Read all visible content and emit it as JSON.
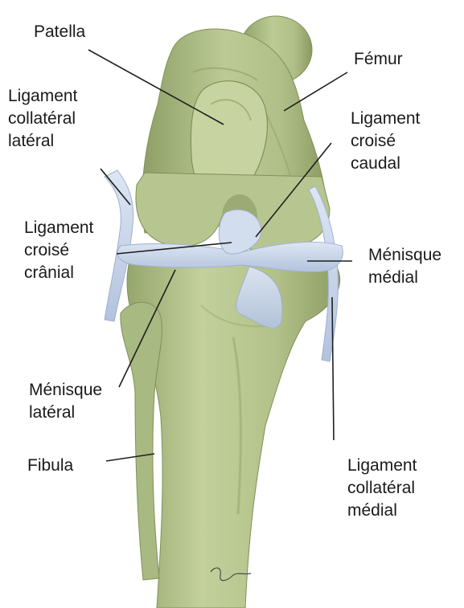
{
  "labels": {
    "patella": [
      "Patella"
    ],
    "femur": [
      "Fémur"
    ],
    "lig_coll_lateral": [
      "Ligament",
      "collatéral",
      "latéral"
    ],
    "lig_croise_caudal": [
      "Ligament",
      "croisé",
      "caudal"
    ],
    "lig_croise_cranial": [
      "Ligament",
      "croisé",
      "crânial"
    ],
    "menisque_medial": [
      "Ménisque",
      "médial"
    ],
    "menisque_lateral": [
      "Ménisque",
      "latéral"
    ],
    "fibula": [
      "Fibula"
    ],
    "lig_coll_medial": [
      "Ligament",
      "collatéral",
      "médial"
    ]
  },
  "colors": {
    "bone": "#b3c28c",
    "bone_shadow": "#8e9f66",
    "bone_light": "#ccd8a6",
    "ligament": "#c9d6ea",
    "ligament_edge": "#9fb1cf",
    "leader": "#1f1f1f"
  }
}
